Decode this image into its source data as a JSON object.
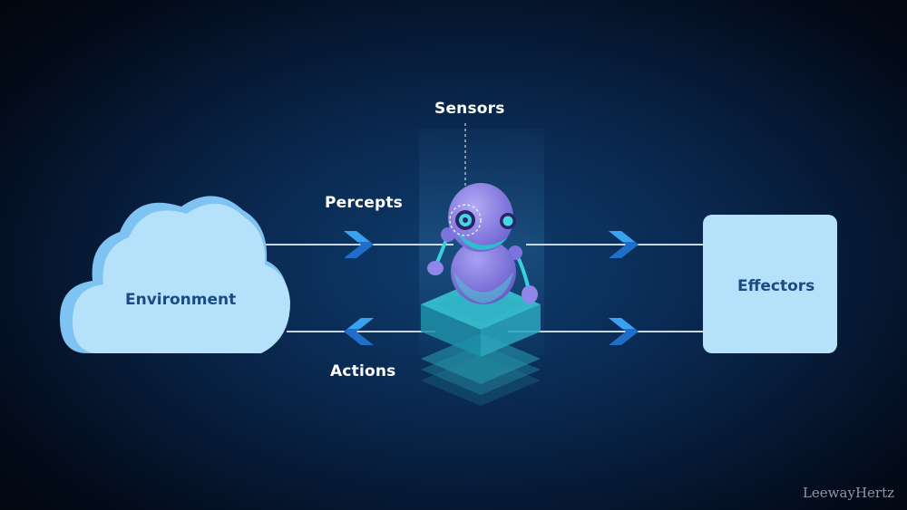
{
  "labels": {
    "sensors": "Sensors",
    "percepts": "Percepts",
    "actions": "Actions",
    "environment": "Environment",
    "effectors": "Effectors"
  },
  "watermark": "LeewayHertz",
  "colors": {
    "background": "#0a2a52",
    "cloud": "#b5e1fb",
    "box": "#b5e1fb",
    "box_text": "#1b4a86",
    "arrow": "#2a8fe0",
    "line": "#c9d6e3",
    "robot": "#8f86e8"
  }
}
